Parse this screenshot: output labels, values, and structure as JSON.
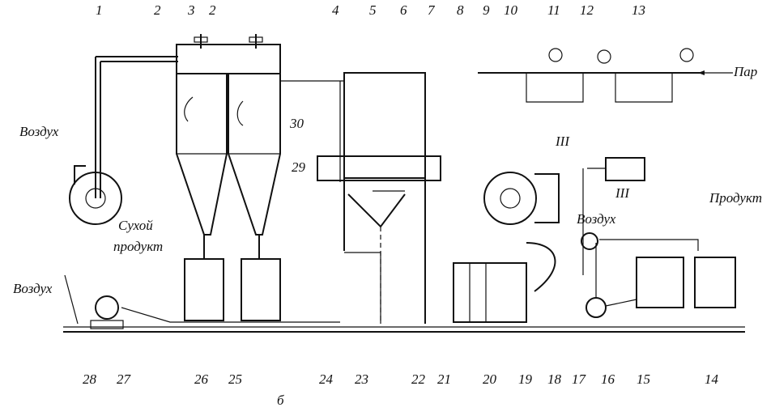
{
  "labels": {
    "vozdukh_left": "Воздух",
    "vozdukh_bottom": "Воздух",
    "vozdukh_right": "Воздух",
    "sukhoy": "Сухой",
    "produkt_dry": "продукт",
    "par": "Пар",
    "produkt_right": "Продукт",
    "III_a": "III",
    "III_b": "III",
    "sub_b": "б"
  },
  "callouts": {
    "top": [
      "1",
      "2",
      "3",
      "2",
      "4",
      "5",
      "6",
      "7",
      "8",
      "9",
      "10",
      "11",
      "12",
      "13"
    ],
    "bottom": [
      "28",
      "27",
      "26",
      "25",
      "24",
      "23",
      "22",
      "21",
      "20",
      "19",
      "18",
      "17",
      "16",
      "15",
      "14"
    ],
    "side": [
      "30",
      "29"
    ]
  },
  "colors": {
    "ink": "#111111",
    "background": "#ffffff"
  }
}
